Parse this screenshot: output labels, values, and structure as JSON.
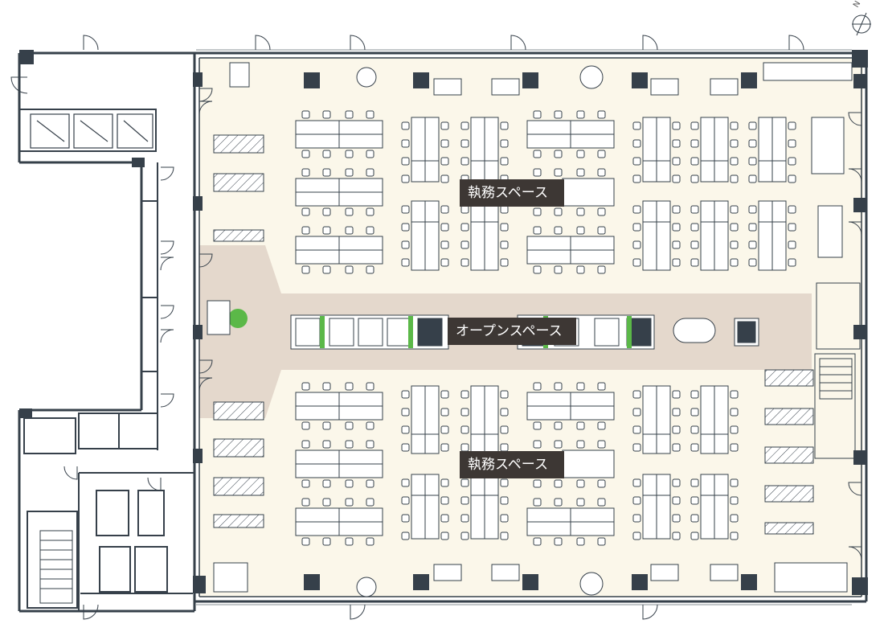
{
  "labels": {
    "work_space_north": "執務スペース",
    "open_space": "オープンスペース",
    "work_space_south": "執務スペース"
  },
  "compass": {
    "letter": "N"
  },
  "colors": {
    "floor": "#fbf7ea",
    "corridor": "#e4d8cc",
    "wall": "#36404a",
    "label_bg": "#3d3734",
    "plant": "#5bb848"
  }
}
